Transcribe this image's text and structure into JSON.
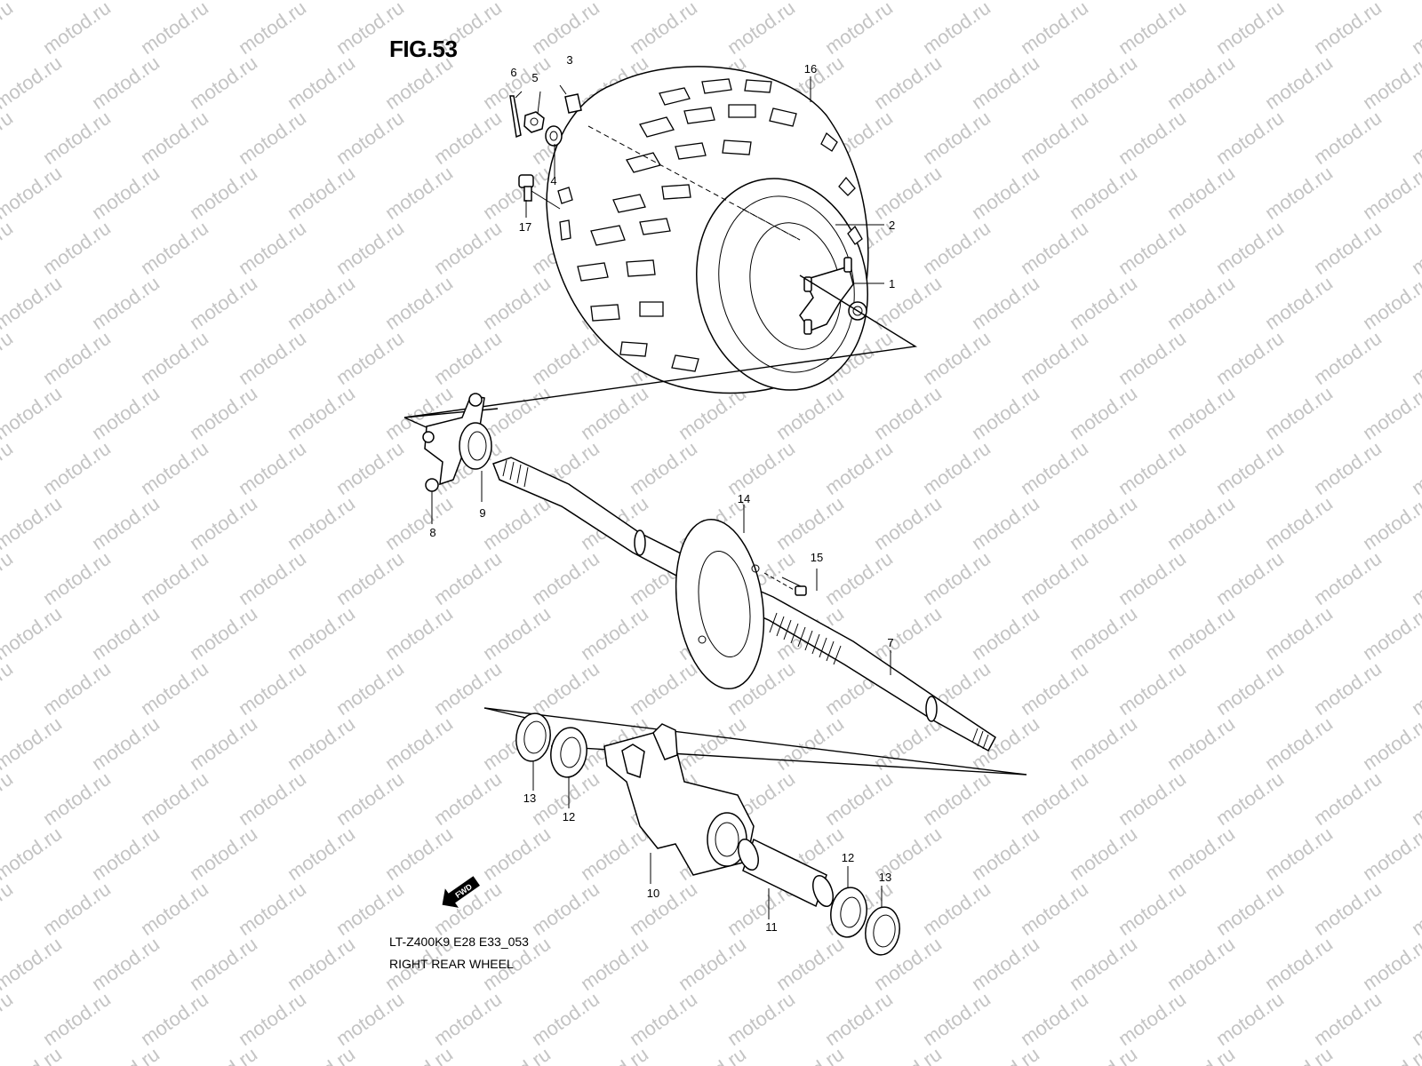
{
  "figure": {
    "title": "FIG.53",
    "model_code": "LT-Z400K9 E28 E33_053",
    "caption": "RIGHT REAR WHEEL"
  },
  "watermark": {
    "text": "motod.ru",
    "color": "#c4c4c4"
  },
  "fwd_arrow": {
    "label": "FWD"
  },
  "callouts": [
    "1",
    "2",
    "3",
    "4",
    "5",
    "6",
    "7",
    "8",
    "9",
    "10",
    "11",
    "12",
    "12",
    "13",
    "13",
    "14",
    "15",
    "16",
    "17"
  ]
}
